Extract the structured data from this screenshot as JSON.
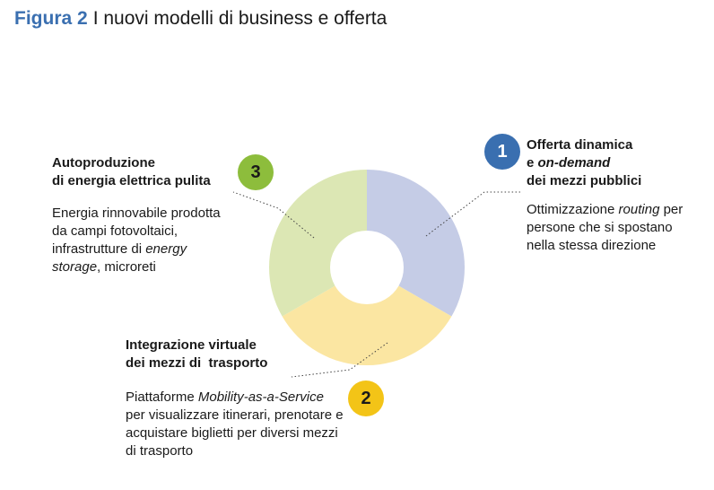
{
  "title": {
    "figure": "Figura 2",
    "text": "I nuovi modelli di business e offerta"
  },
  "colors": {
    "figure_label": "#3a6fb0",
    "segment_1": "#c5cce6",
    "segment_2": "#fbe6a2",
    "segment_3": "#dce7b4",
    "badge_1": "#3a6fb0",
    "badge_2": "#f3c417",
    "badge_3": "#8dbd3c"
  },
  "segments": [
    {
      "number": "1",
      "head_lines": [
        "Offerta dinamica",
        [
          "e ",
          {
            "i": "on-demand"
          }
        ],
        "dei mezzi pubblici"
      ],
      "desc_lines": [
        "Ottimizzazione ",
        {
          "i": "routing"
        },
        " per persone che si spostano nella stessa direzione"
      ]
    },
    {
      "number": "2",
      "head_lines": [
        "Integrazione virtuale",
        "dei mezzi di  trasporto"
      ],
      "desc_lines": [
        "Piattaforme ",
        {
          "i": "Mobility-as-a-Service"
        },
        " per visualizzare itinerari, prenotare e acquistare biglietti per diversi mezzi di trasporto"
      ]
    },
    {
      "number": "3",
      "head_lines": [
        "Autoproduzione",
        "di energia elettrica pulita"
      ],
      "desc_lines": [
        "Energia rinnovabile prodotta da campi fotovoltaici, infrastrutture di ",
        {
          "i": "energy storage"
        },
        ", microreti"
      ]
    }
  ]
}
